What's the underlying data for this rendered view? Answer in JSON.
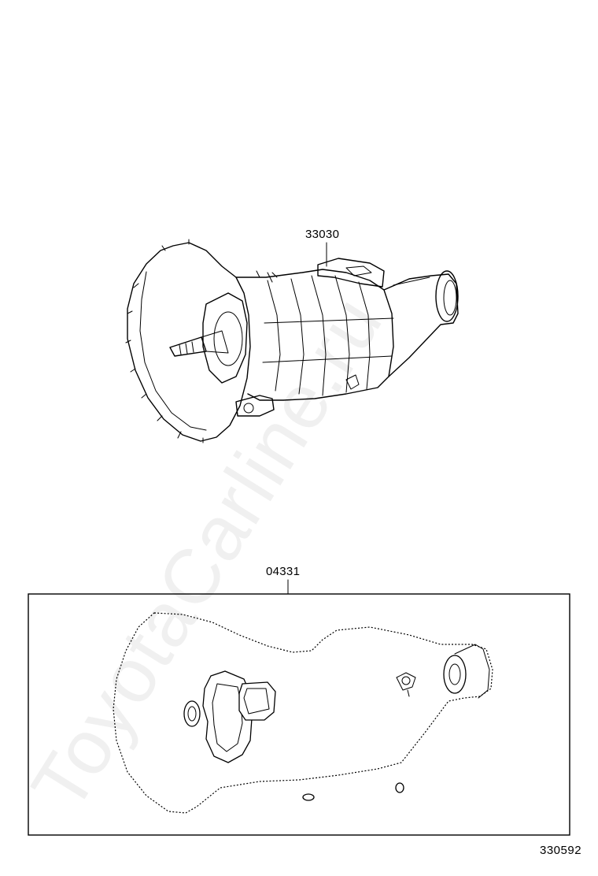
{
  "watermark": "ToyotaCarline.ru",
  "parts": [
    {
      "number": "33030"
    },
    {
      "number": "04331"
    }
  ],
  "illustration_code": "330592"
}
